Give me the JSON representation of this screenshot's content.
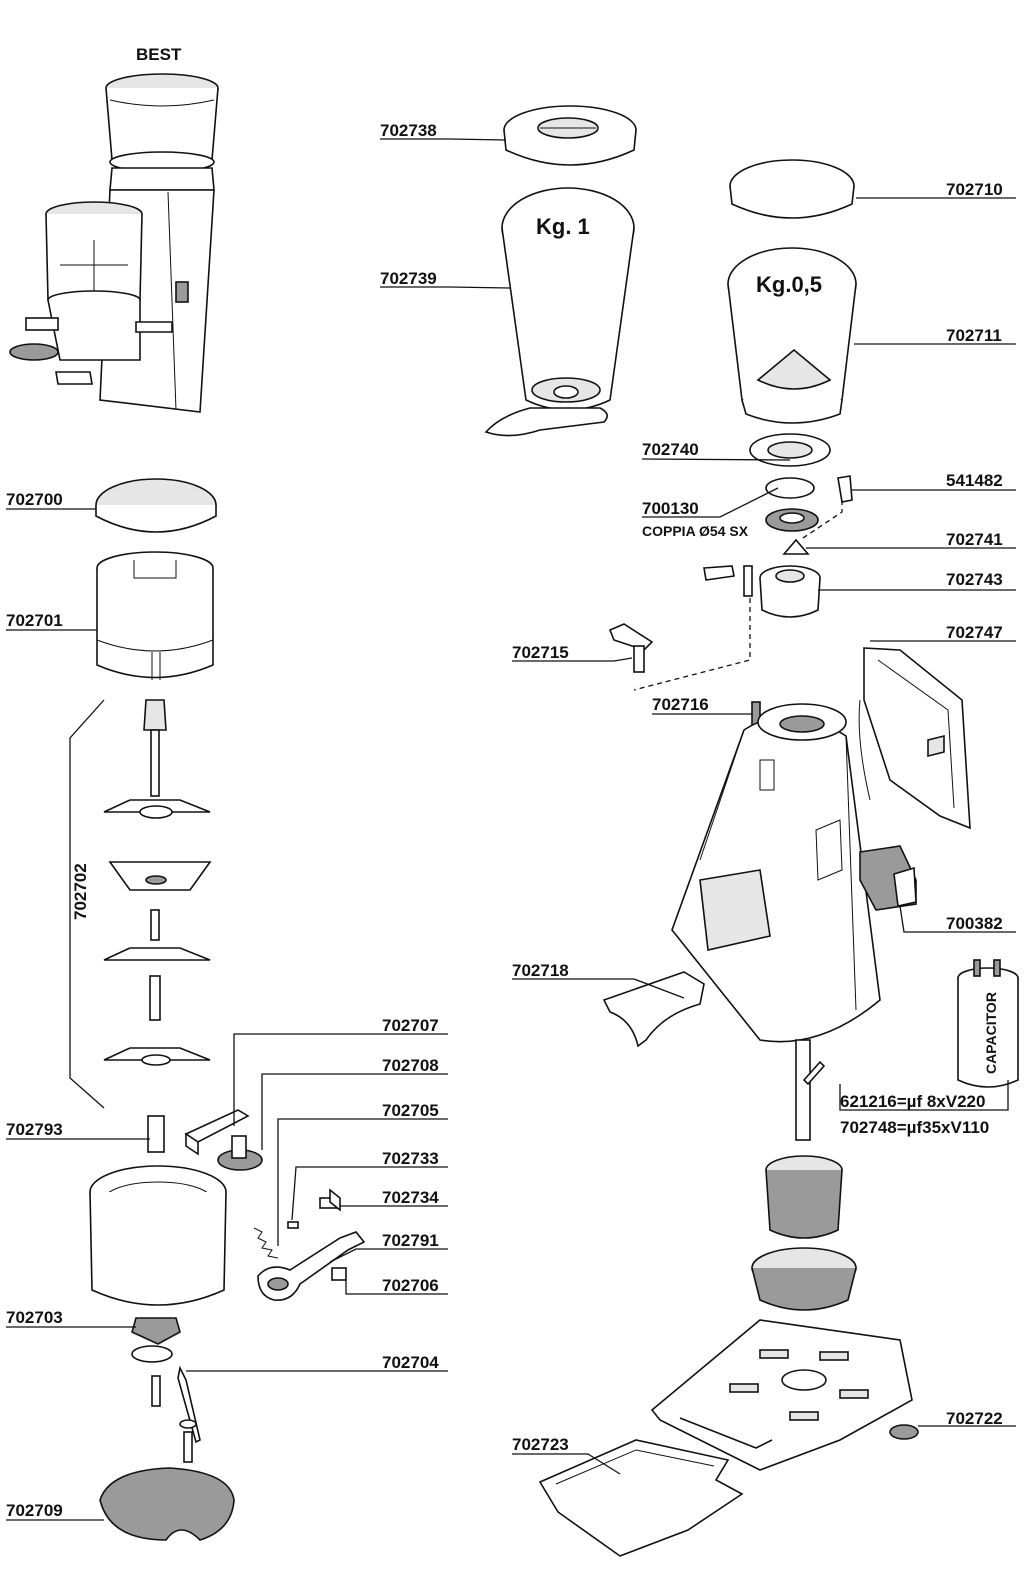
{
  "product": {
    "name": "BEST"
  },
  "containers": {
    "large_capacity": "Kg. 1",
    "small_capacity": "Kg.0,5"
  },
  "capacitor_text": "CAPACITOR",
  "parts": {
    "p702738": "702738",
    "p702739": "702739",
    "p702710": "702710",
    "p702711": "702711",
    "p702740": "702740",
    "p541482": "541482",
    "p700130": "700130",
    "p700130_note": "COPPIA Ø54 SX",
    "p702741": "702741",
    "p702743": "702743",
    "p702715": "702715",
    "p702747": "702747",
    "p702716": "702716",
    "p700382": "700382",
    "p702718": "702718",
    "p621216": "621216=µf 8xV220",
    "p702748": "702748=µf35xV110",
    "p702722": "702722",
    "p702723": "702723",
    "p702700": "702700",
    "p702701": "702701",
    "p702702": "702702",
    "p702793": "702793",
    "p702707": "702707",
    "p702708": "702708",
    "p702705": "702705",
    "p702733": "702733",
    "p702734": "702734",
    "p702791": "702791",
    "p702706": "702706",
    "p702703": "702703",
    "p702704": "702704",
    "p702709": "702709"
  }
}
